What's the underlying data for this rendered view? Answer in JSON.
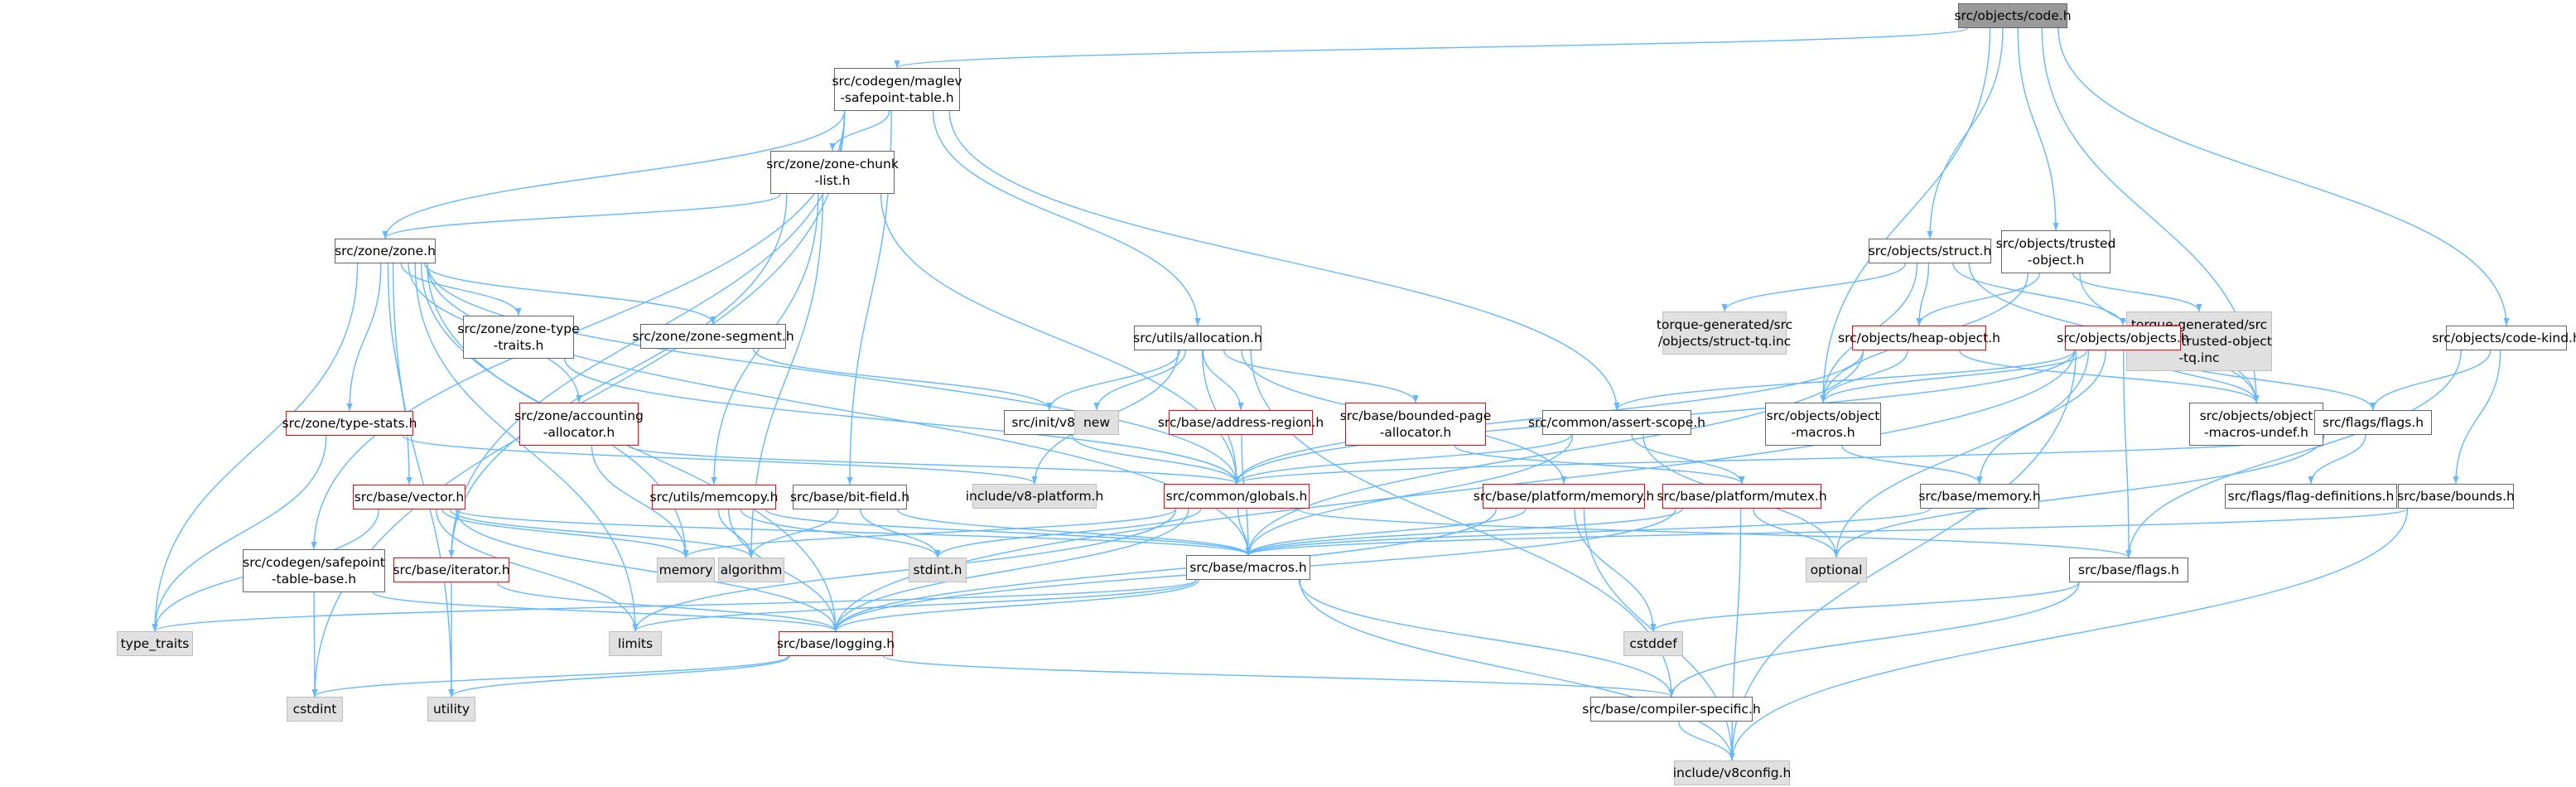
{
  "nodes": {
    "code_h": [
      "src/objects/code.h"
    ],
    "maglev_safepoint": [
      "src/codegen/maglev",
      "-safepoint-table.h"
    ],
    "zone_chunk_list": [
      "src/zone/zone-chunk",
      "-list.h"
    ],
    "zone_h": [
      "src/zone/zone.h"
    ],
    "zone_type_traits": [
      "src/zone/zone-type",
      "-traits.h"
    ],
    "zone_segment": [
      "src/zone/zone-segment.h"
    ],
    "zone_type_stats": [
      "src/zone/type-stats.h"
    ],
    "zone_accounting": [
      "src/zone/accounting",
      "-allocator.h"
    ],
    "base_vector": [
      "src/base/vector.h"
    ],
    "utils_memcopy": [
      "src/utils/memcopy.h"
    ],
    "base_bit_field": [
      "src/base/bit-field.h"
    ],
    "codegen_safepoint_base": [
      "src/codegen/safepoint",
      "-table-base.h"
    ],
    "base_iterator": [
      "src/base/iterator.h"
    ],
    "utils_allocation": [
      "src/utils/allocation.h"
    ],
    "init_v8": [
      "src/init/v8.h"
    ],
    "new_sys": [
      "new"
    ],
    "base_address_region": [
      "src/base/address-region.h"
    ],
    "base_bounded_page": [
      "src/base/bounded-page",
      "-allocator.h"
    ],
    "include_v8_platform": [
      "include/v8-platform.h"
    ],
    "common_globals": [
      "src/common/globals.h"
    ],
    "base_platform_memory": [
      "src/base/platform/memory.h"
    ],
    "common_assert_scope": [
      "src/common/assert-scope.h"
    ],
    "base_platform_mutex": [
      "src/base/platform/mutex.h"
    ],
    "base_macros": [
      "src/base/macros.h"
    ],
    "base_logging": [
      "src/base/logging.h"
    ],
    "memory_sys": [
      "memory"
    ],
    "algorithm_sys": [
      "algorithm"
    ],
    "stdint_sys": [
      "stdint.h"
    ],
    "limits_sys": [
      "limits"
    ],
    "type_traits_sys": [
      "type_traits"
    ],
    "cstdint_sys": [
      "cstdint"
    ],
    "utility_sys": [
      "utility"
    ],
    "cstddef_sys": [
      "cstddef"
    ],
    "optional_sys": [
      "optional"
    ],
    "objects_struct": [
      "src/objects/struct.h"
    ],
    "objects_trusted": [
      "src/objects/trusted",
      "-object.h"
    ],
    "torque_struct": [
      "torque-generated/src",
      "/objects/struct-tq.inc"
    ],
    "torque_trusted": [
      "torque-generated/src",
      "/objects/trusted-object",
      "-tq.inc"
    ],
    "objects_heap_object": [
      "src/objects/heap-object.h"
    ],
    "objects_objects": [
      "src/objects/objects.h"
    ],
    "objects_object_macros": [
      "src/objects/object",
      "-macros.h"
    ],
    "objects_object_macros_undef": [
      "src/objects/object",
      "-macros-undef.h"
    ],
    "objects_code_kind": [
      "src/objects/code-kind.h"
    ],
    "flags_flags": [
      "src/flags/flags.h"
    ],
    "flags_definitions": [
      "src/flags/flag-definitions.h"
    ],
    "base_bounds": [
      "src/base/bounds.h"
    ],
    "base_memory": [
      "src/base/memory.h"
    ],
    "base_flags": [
      "src/base/flags.h"
    ],
    "base_compiler_specific": [
      "src/base/compiler-specific.h"
    ],
    "include_v8config": [
      "include/v8config.h"
    ]
  },
  "colors": {
    "edge": "#63b8ff",
    "node_border": "#666666",
    "node_border_red": "#ff0000",
    "system_fill": "#e0e0e0",
    "root_fill": "#999999"
  }
}
